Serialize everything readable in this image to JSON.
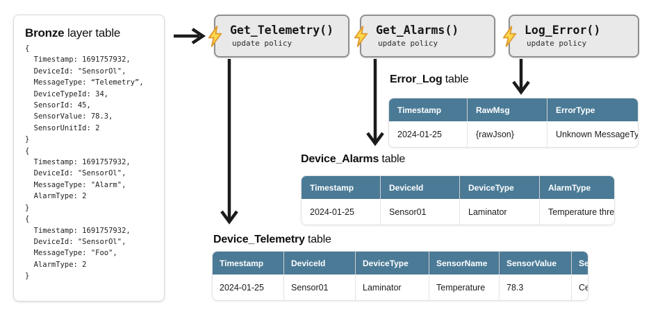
{
  "colors": {
    "table_header_bg": "#4a7a96",
    "policy_bg": "#e9e9e9",
    "policy_border": "#8f8f8f",
    "arrow": "#1b1b1b",
    "bolt_fill": "#ffd84d",
    "bolt_stroke": "#e09b2d"
  },
  "bronze": {
    "title_strong": "Bronze",
    "title_rest": " layer table",
    "json_lines": [
      "{",
      "  Timestamp: 1691757932,",
      "  DeviceId: \"SensorOl\",",
      "  MessageType: “Telemetry”,",
      "  DeviceTypeId: 34,",
      "  SensorId: 45,",
      "  SensorValue: 78.3,",
      "  SensorUnitId: 2",
      "}",
      "{",
      "  Timestamp: 1691757932,",
      "  DeviceId: \"SensorOl\",",
      "  MessageType: \"Alarm\",",
      "  AlarmType: 2",
      "}",
      "{",
      "  Timestamp: 1691757932,",
      "  DeviceId: \"SensorOl\",",
      "  MessageType: \"Foo\",",
      "  AlarmType: 2",
      "}"
    ]
  },
  "policies": [
    {
      "name": "Get_Telemetry()",
      "subtitle": "update policy",
      "icon": "lightning-icon"
    },
    {
      "name": "Get_Alarms()",
      "subtitle": "update policy",
      "icon": "lightning-icon"
    },
    {
      "name": "Log_Error()",
      "subtitle": "update policy",
      "icon": "lightning-icon"
    }
  ],
  "error_log": {
    "title_strong": "Error_Log",
    "title_rest": " table",
    "columns": [
      "Timestamp",
      "RawMsg",
      "ErrorType"
    ],
    "rows": [
      [
        "2024-01-25",
        "{rawJson}",
        "Unknown MessageType: “Foo”"
      ]
    ]
  },
  "device_alarms": {
    "title_strong": "Device_Alarms",
    "title_rest": " table",
    "columns": [
      "Timestamp",
      "DeviceId",
      "DeviceType",
      "AlarmType"
    ],
    "rows": [
      [
        "2024-01-25",
        "Sensor01",
        "Laminator",
        "Temperature threshold breach"
      ]
    ]
  },
  "device_telemetry": {
    "title_strong": "Device_Telemetry",
    "title_rest": " table",
    "columns": [
      "Timestamp",
      "DeviceId",
      "DeviceType",
      "SensorName",
      "SensorValue",
      "SensorUnit"
    ],
    "rows": [
      [
        "2024-01-25",
        "Sensor01",
        "Laminator",
        "Temperature",
        "78.3",
        "Celcius"
      ]
    ]
  }
}
